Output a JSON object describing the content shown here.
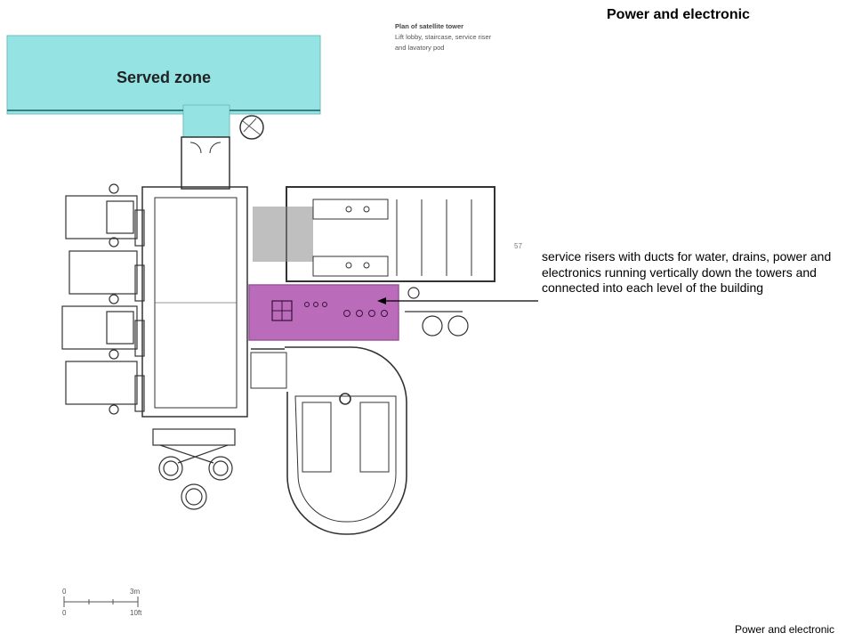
{
  "slide": {
    "title": "Power and electronic",
    "footer": "Power and electronic"
  },
  "plan": {
    "caption_title": "Plan of satellite tower",
    "caption_line1": "Lift lobby, staircase, service riser",
    "caption_line2": "and lavatory pod",
    "sheet_number": "57",
    "served_zone_label": "Served zone",
    "riser_annotation": "service risers with ducts for water, drains, power and electronics running vertically down the towers and connected into each level of the building",
    "scale": {
      "metric_zero": "0",
      "metric_end": "3m",
      "imperial_zero": "0",
      "imperial_end": "10ft"
    }
  },
  "colors": {
    "served_zone": "#95e3e3",
    "service_riser_highlight": "#a43ca4",
    "plan_lines": "#333333",
    "wc_hatch": "#8a8a8a"
  }
}
